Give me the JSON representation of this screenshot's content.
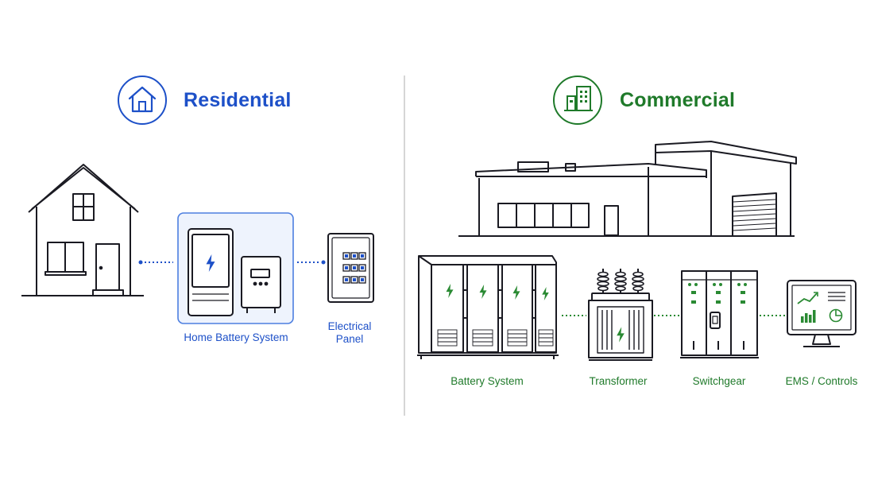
{
  "residential": {
    "title": "Residential",
    "accent": "#1d50c8",
    "icon": "house-icon",
    "labels": {
      "battery": "Home Battery System",
      "panel_line1": "Electrical",
      "panel_line2": "Panel"
    }
  },
  "commercial": {
    "title": "Commercial",
    "accent": "#1f7a2a",
    "icon": "office-building-icon",
    "labels": {
      "battery": "Battery System",
      "transformer": "Transformer",
      "switchgear": "Switchgear",
      "ems": "EMS / Controls"
    }
  }
}
